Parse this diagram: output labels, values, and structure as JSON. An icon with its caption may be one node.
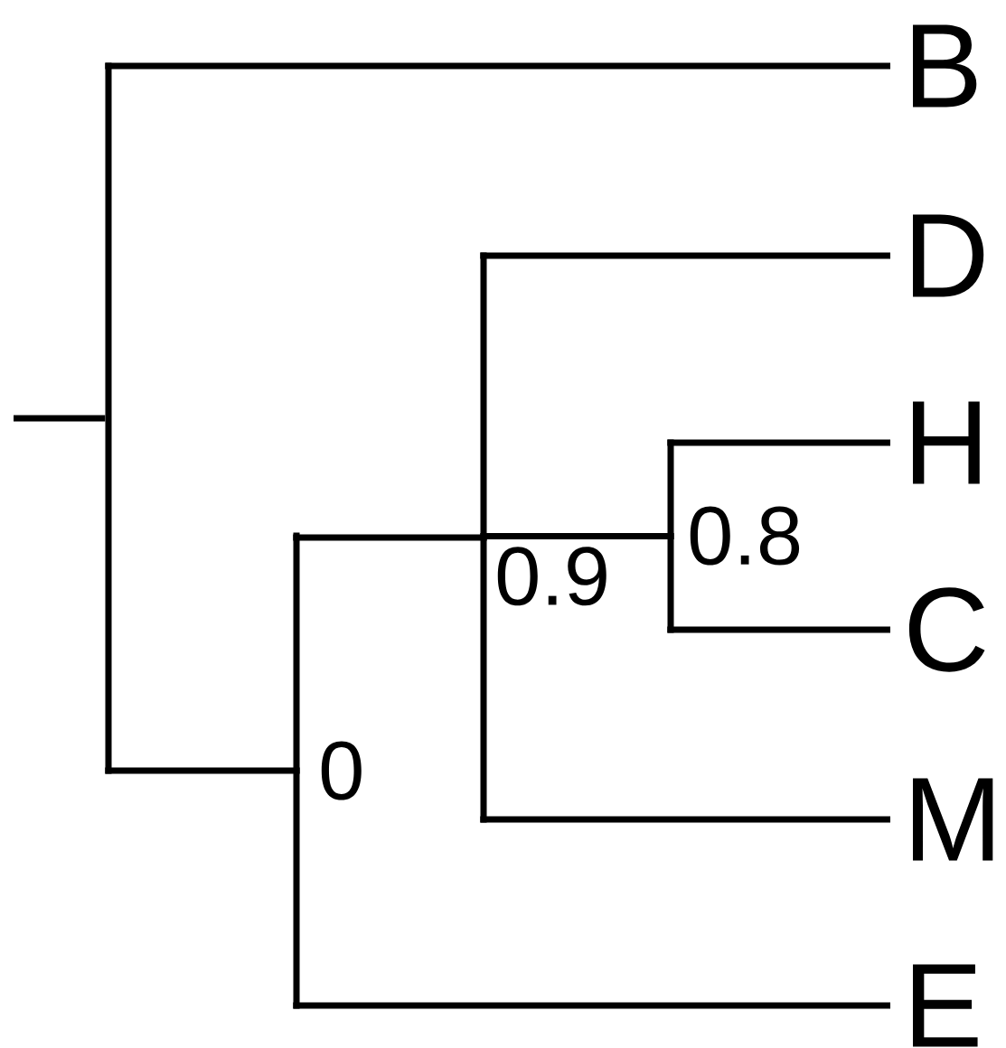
{
  "diagram": {
    "nodes": [
      {
        "text": [],
        "shape": "bar"
      },
      {
        "text": [
          "B"
        ]
      },
      {
        "text": [],
        "shape": "bar",
        "beside": [
          "0"
        ]
      },
      {
        "text": [],
        "shape": "bar",
        "beside": [
          "0.9"
        ]
      },
      {
        "text": [
          "D"
        ]
      },
      {
        "text": [],
        "shape": "bar",
        "beside": [
          "0.8"
        ]
      },
      {
        "text": [
          "H"
        ]
      },
      {
        "text": [
          "C"
        ]
      },
      {
        "text": [
          "M"
        ]
      },
      {
        "text": [
          "E"
        ]
      }
    ],
    "edges": [
      {
        "from": null,
        "to": 0,
        "arrow": "none"
      },
      {
        "from": 0,
        "to": 1,
        "arrow": "none"
      },
      {
        "from": 0,
        "to": 2,
        "arrow": "none"
      },
      {
        "from": 2,
        "to": 3,
        "arrow": "none"
      },
      {
        "from": 3,
        "to": 4,
        "arrow": "none"
      },
      {
        "from": 3,
        "to": 5,
        "arrow": "none"
      },
      {
        "from": 5,
        "to": 6,
        "arrow": "none"
      },
      {
        "from": 5,
        "to": 7,
        "arrow": "none"
      },
      {
        "from": 3,
        "to": 8,
        "arrow": "none"
      },
      {
        "from": 2,
        "to": 9,
        "arrow": "none"
      }
    ]
  }
}
